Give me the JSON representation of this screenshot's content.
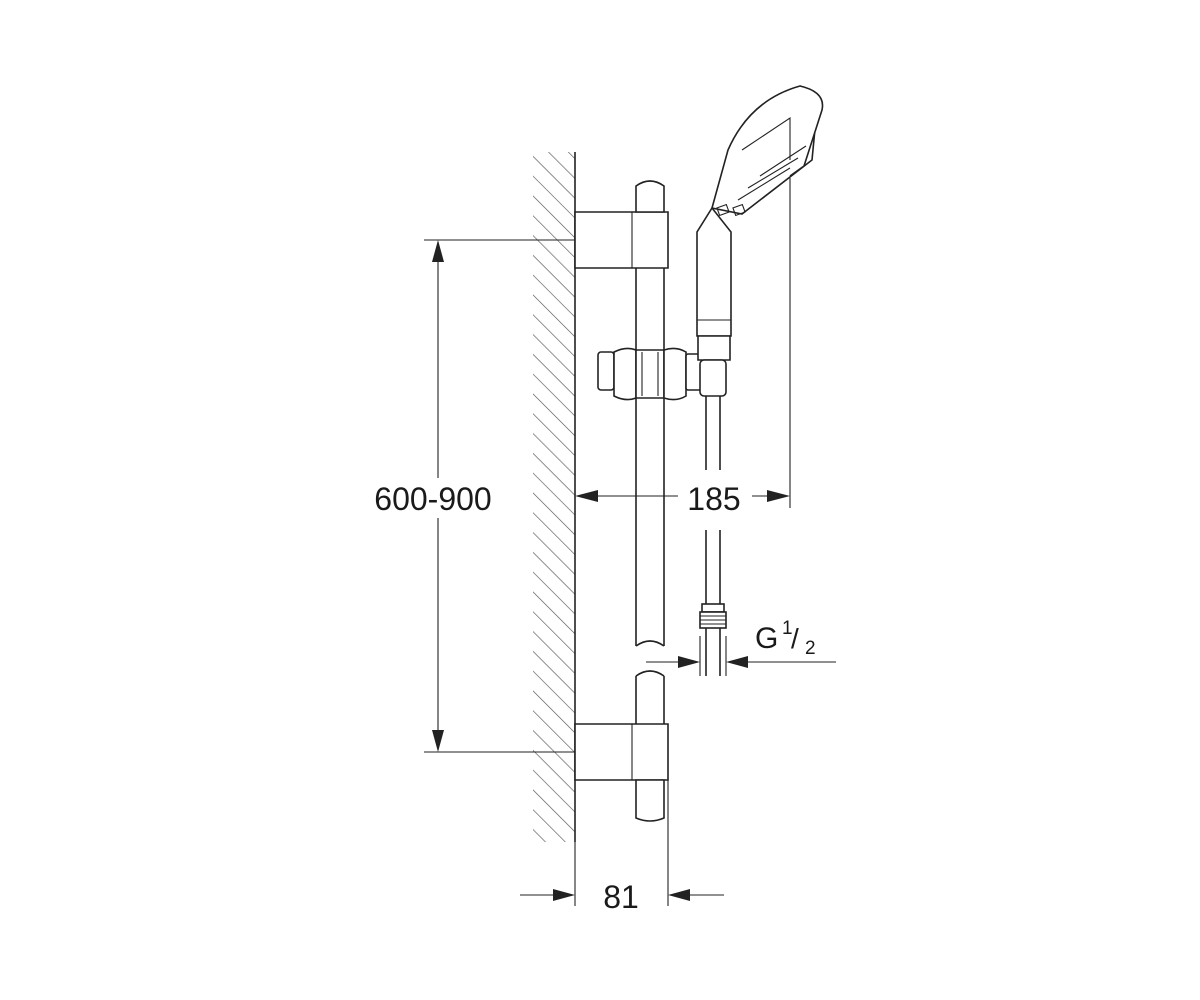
{
  "dimensions": {
    "rail_spacing": "600-900",
    "head_projection": "185",
    "wall_projection": "81",
    "thread_main": "G",
    "thread_num": "1",
    "thread_den": "2"
  }
}
